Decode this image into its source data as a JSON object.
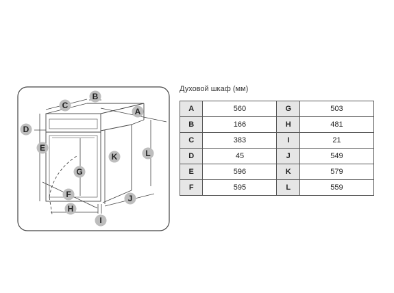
{
  "caption": "Духовой шкаф (мм)",
  "badges": [
    "A",
    "B",
    "C",
    "D",
    "E",
    "F",
    "G",
    "H",
    "I",
    "J",
    "K",
    "L"
  ],
  "rows": [
    {
      "k1": "A",
      "v1": "560",
      "k2": "G",
      "v2": "503"
    },
    {
      "k1": "B",
      "v1": "166",
      "k2": "H",
      "v2": "481"
    },
    {
      "k1": "C",
      "v1": "383",
      "k2": "I",
      "v2": "21"
    },
    {
      "k1": "D",
      "v1": "45",
      "k2": "J",
      "v2": "549"
    },
    {
      "k1": "E",
      "v1": "596",
      "k2": "K",
      "v2": "579"
    },
    {
      "k1": "F",
      "v1": "595",
      "k2": "L",
      "v2": "559"
    }
  ]
}
